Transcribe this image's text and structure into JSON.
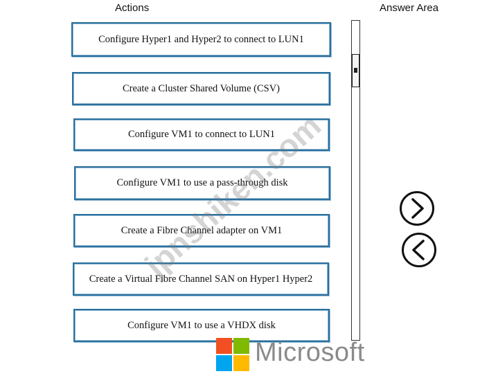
{
  "headings": {
    "actions": "Actions",
    "answer_area": "Answer Area"
  },
  "actions": [
    {
      "label": "Configure Hyper1 and Hyper2 to connect to LUN1"
    },
    {
      "label": "Create a Cluster Shared Volume (CSV)"
    },
    {
      "label": "Configure VM1 to connect to LUN1"
    },
    {
      "label": "Configure VM1 to use a pass-through disk"
    },
    {
      "label": "Create a Fibre Channel adapter on VM1"
    },
    {
      "label": "Create a Virtual Fibre Channel SAN on Hyper1 Hyper2"
    },
    {
      "label": "Configure VM1 to use a VHDX disk"
    }
  ],
  "controls": {
    "move_right_icon": "chevron-right-icon",
    "move_left_icon": "chevron-left-icon"
  },
  "watermark": {
    "text": "jpnshiken.com"
  },
  "logo": {
    "text": "Microsoft",
    "colors": {
      "red": "#f25022",
      "green": "#7fba00",
      "blue": "#00a4ef",
      "yellow": "#ffb900"
    }
  }
}
